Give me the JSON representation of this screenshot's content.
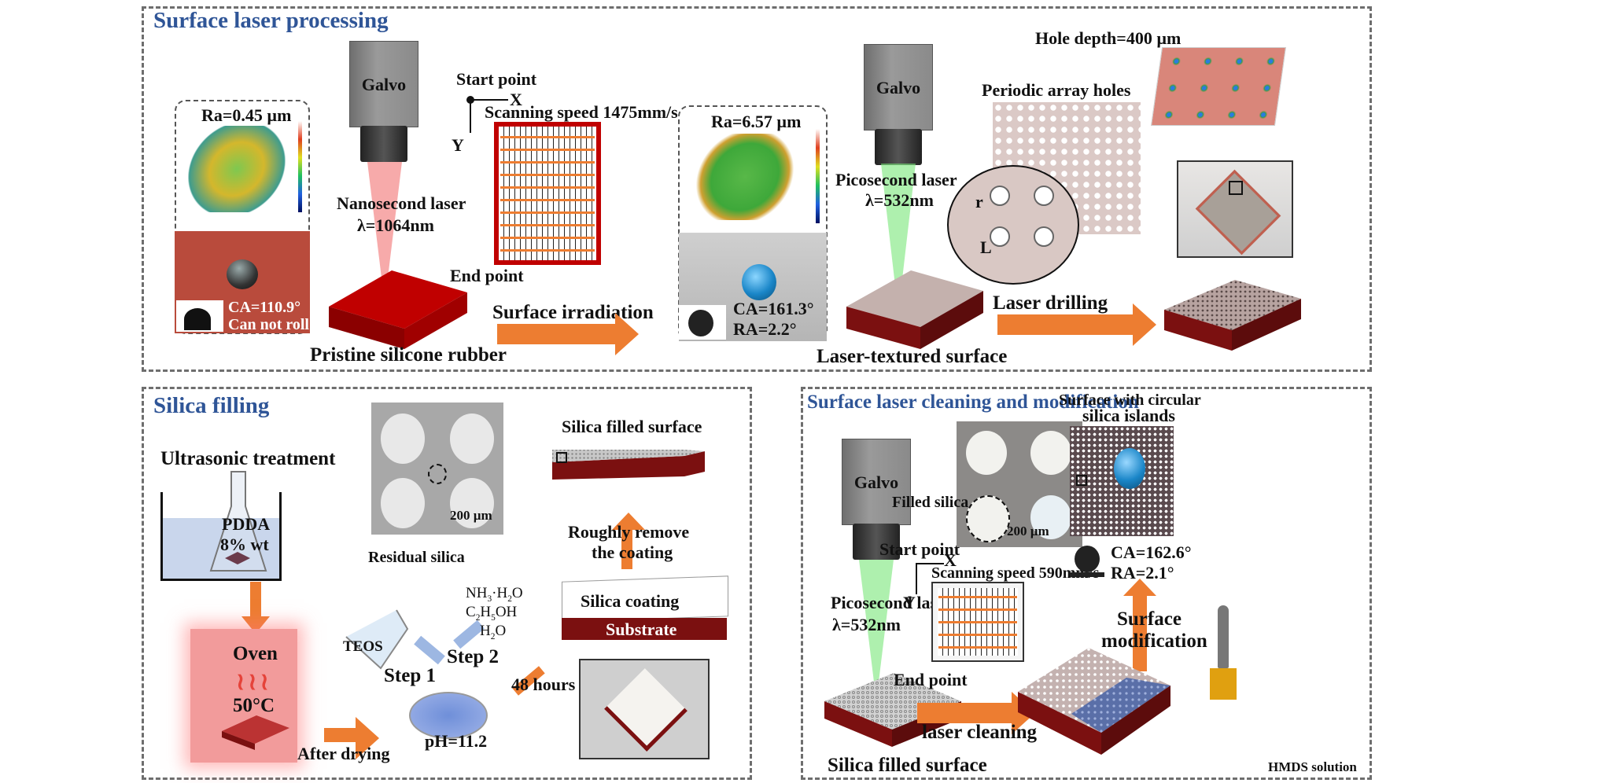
{
  "panels": {
    "laser_processing": {
      "title": "Surface laser processing",
      "galvo1": "Galvo",
      "galvo2": "Galvo",
      "ra_pristine": "Ra=0.45 µm",
      "ca_pristine": "CA=110.9°",
      "roll_pristine": "Can not roll",
      "nanosecond_laser": "Nanosecond laser",
      "nanosecond_wavelength": "λ=1064nm",
      "start_point": "Start point",
      "axis_x": "X",
      "axis_y": "Y",
      "scan_speed": "Scanning speed 1475mm/s",
      "end_point": "End point",
      "pristine_label": "Pristine silicone rubber",
      "arrow_irradiation": "Surface irradiation",
      "ra_textured": "Ra=6.57 µm",
      "ca_textured": "CA=161.3°",
      "ra_angle_textured": "RA=2.2°",
      "picosecond_laser": "Picosecond laser",
      "picosecond_wavelength": "λ=532nm",
      "textured_label": "Laser-textured surface",
      "periodic_holes": "Periodic array holes",
      "r_label": "r",
      "L_label": "L",
      "hole_depth": "Hole depth=400 µm",
      "arrow_drilling": "Laser drilling"
    },
    "silica_filling": {
      "title": "Silica filling",
      "ultrasonic": "Ultrasonic treatment",
      "pdda": "PDDA",
      "pdda_conc": "8% wt",
      "oven": "Oven",
      "oven_temp": "50°C",
      "after_drying": "After drying",
      "teos": "TEOS",
      "step1": "Step 1",
      "step2": "Step 2",
      "reagent1": "NH3·H2O",
      "reagent2": "C2H5OH",
      "reagent3": "H2O",
      "ph": "pH=11.2",
      "hours": "48 hours",
      "silica_coating": "Silica coating",
      "substrate": "Substrate",
      "roughly_remove_1": "Roughly remove",
      "roughly_remove_2": "the coating",
      "silica_filled_surface": "Silica filled surface",
      "scale_bar": "200 µm",
      "residual_silica": "Residual silica"
    },
    "cleaning_modification": {
      "title": "Surface laser cleaning and modification",
      "galvo": "Galvo",
      "picosecond_laser": "Picosecond laser",
      "picosecond_wavelength": "λ=532nm",
      "start_point": "Start point",
      "axis_x": "X",
      "axis_y": "Y",
      "scan_speed": "Scanning speed 590mm/s",
      "end_point": "End point",
      "filled_silica": "Filled silica",
      "scale_bar": "200 µm",
      "islands_1": "Surface with circular",
      "islands_2": "silica islands",
      "ca_final": "CA=162.6°",
      "ra_final": "RA=2.1°",
      "surface_mod_1": "Surface",
      "surface_mod_2": "modification",
      "silica_filled_surface": "Silica filled surface",
      "arrow_cleaning": "laser cleaning",
      "hmds": "HMDS solution"
    }
  },
  "colors": {
    "title_blue": "#2f5597",
    "arrow_orange": "#ed7d31",
    "rubber_red": "#c00000",
    "substrate_dark": "#7b1010",
    "laser_red": "#f08080",
    "laser_green": "#90ee90"
  }
}
